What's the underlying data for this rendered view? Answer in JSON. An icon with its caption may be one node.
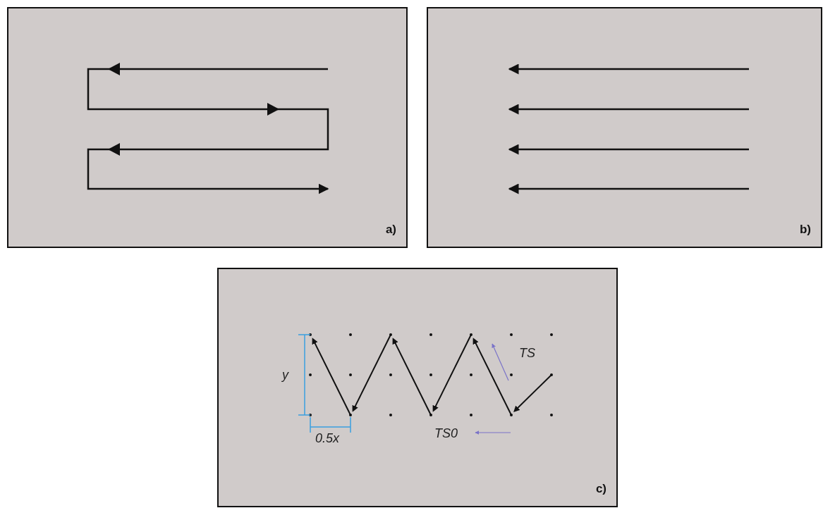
{
  "diagram": {
    "nodes": [
      {
        "text": [
          "a)"
        ]
      },
      {
        "text": [
          "b)"
        ]
      },
      {
        "text": [
          "c)"
        ]
      }
    ],
    "labels": [
      "y",
      "0.5x",
      "TS",
      "TS0"
    ]
  }
}
